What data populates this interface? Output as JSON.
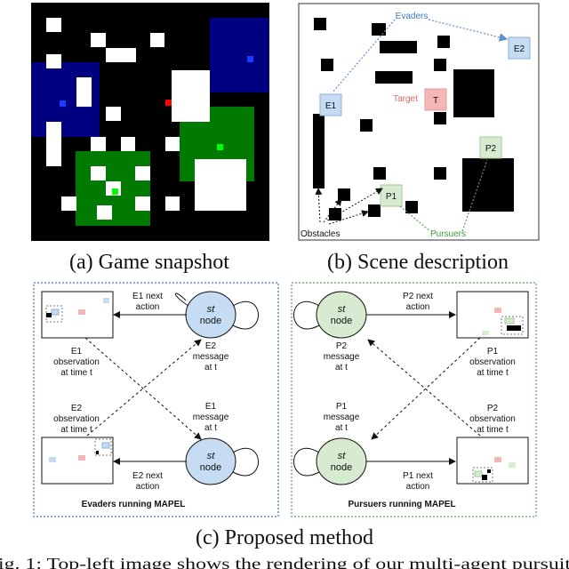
{
  "captions": {
    "a": "(a) Game snapshot",
    "b": "(b) Scene description",
    "c": "(c) Proposed method"
  },
  "scene": {
    "evaders": "Evaders",
    "target_label": "Target",
    "obstacles": "Obstacles",
    "pursuers": "Pursuers",
    "e1": "E1",
    "e2": "E2",
    "t": "T",
    "p1": "P1",
    "p2": "P2"
  },
  "left_panel": {
    "node_italic": "st",
    "node_word": "node",
    "e1_next_action": [
      "E1 next",
      "action"
    ],
    "e2_message": [
      "E2",
      "message",
      "at t"
    ],
    "e1_observation": [
      "E1",
      "observation",
      "at time t"
    ],
    "e2_observation": [
      "E2",
      "observation",
      "at time t"
    ],
    "e1_message": [
      "E1",
      "message",
      "at t"
    ],
    "e2_next_action": [
      "E2 next",
      "action"
    ],
    "footer": "Evaders running MAPEL"
  },
  "right_panel": {
    "node_italic": "st",
    "node_word": "node",
    "p2_next_action": [
      "P2 next",
      "action"
    ],
    "p2_message": [
      "P2",
      "message",
      "at t"
    ],
    "p1_observation": [
      "P1",
      "observation",
      "at time t"
    ],
    "p1_message": [
      "P1",
      "message",
      "at t"
    ],
    "p2_observation": [
      "P2",
      "observation",
      "at time t"
    ],
    "p1_next_action": [
      "P1 next",
      "action"
    ],
    "footer": "Pursuers running MAPEL"
  },
  "figure_caption_fragment": "ig. 1: Top-left image shows the rendering of our multi-agent pursuit",
  "colors": {
    "evader_blue": "#000080",
    "pursuer_green": "#007a00",
    "target_red": "#ff0000",
    "evader_box": "#c6dcf2",
    "target_box": "#f4b6b6",
    "pursuer_box": "#d6ebcf",
    "evader_node": "#c6dcf2",
    "pursuer_node": "#d6ebcf",
    "evader_label": "#3a78c8",
    "target_label": "#e06666",
    "pursuer_label": "#3a9a3a"
  }
}
